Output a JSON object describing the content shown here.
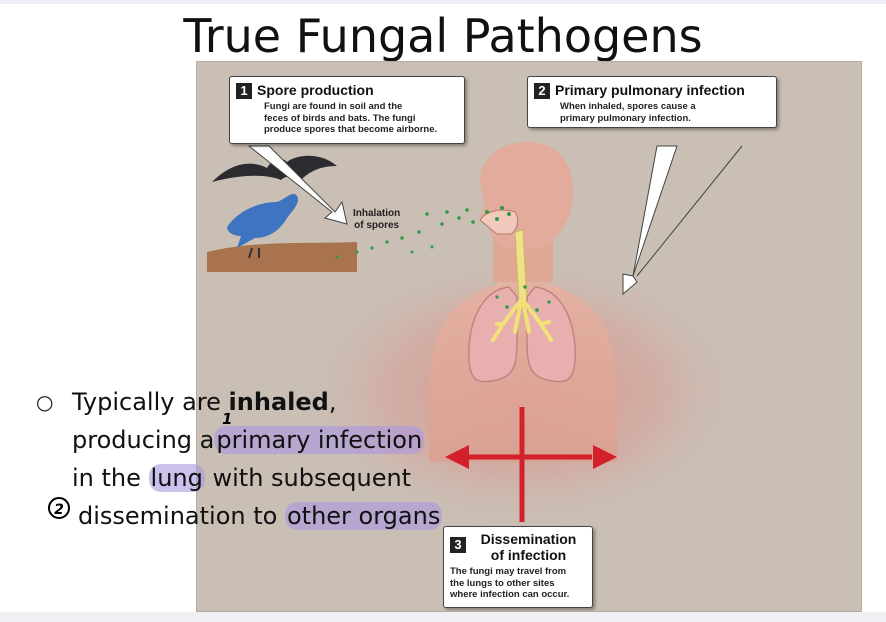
{
  "title": "True Fungal Pathogens",
  "steps": [
    {
      "number": "1",
      "heading": "Spore production",
      "text": [
        "Fungi are found in soil and the",
        "feces of birds and bats. The fungi",
        "produce spores that become airborne."
      ]
    },
    {
      "number": "2",
      "heading": "Primary pulmonary infection",
      "text": [
        "When inhaled, spores cause a",
        "primary pulmonary infection."
      ]
    },
    {
      "number": "3",
      "heading": [
        "Dissemination",
        "of infection"
      ],
      "text": [
        "The fungi may travel from",
        "the lungs to other sites",
        "where infection can occur."
      ]
    }
  ],
  "inhalation_label": [
    "Inhalation",
    "of spores"
  ],
  "bullet": {
    "line1_pre": "Typically are ",
    "line1_bold": "inhaled",
    "line1_post": ",",
    "line2_pre": "producing a",
    "line2_hl": "primary infection",
    "line3_pre": "in the ",
    "line3_hl": "lung",
    "line3_post": " with subsequent",
    "line4_pre": "dissemination to ",
    "line4_hl": "other organs"
  },
  "annotations": {
    "circle1": "1",
    "circle2": "2"
  },
  "colors": {
    "arrow": "#d4202a",
    "spore": "#2e9a45",
    "highlight": "#a996e1",
    "panel": "#cabfb5"
  }
}
